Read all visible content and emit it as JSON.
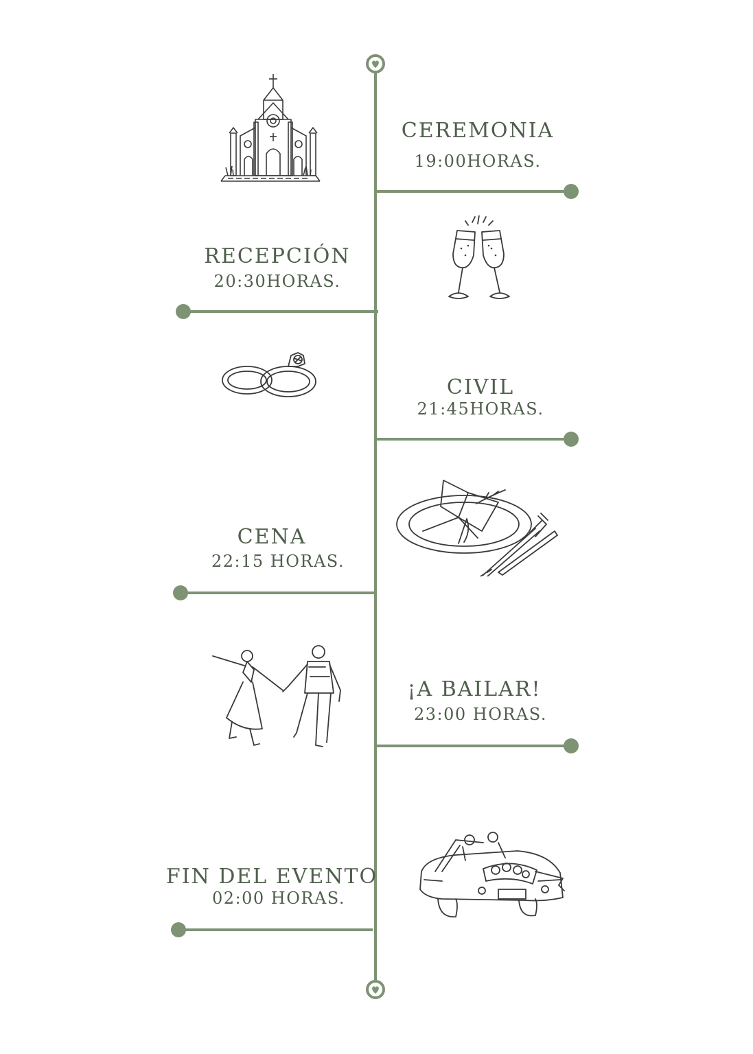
{
  "theme": {
    "accent": "#7e9274",
    "text": "#4f5f4c",
    "ink": "#3a3a3a"
  },
  "events": [
    {
      "title": "CEREMONIA",
      "time": "19:00HORAS.",
      "icon": "church-icon"
    },
    {
      "title": "RECEPCIÓN",
      "time": "20:30HORAS.",
      "icon": "champagne-toast-icon"
    },
    {
      "title": "CIVIL",
      "time": "21:45HORAS.",
      "icon": "wedding-rings-icon"
    },
    {
      "title": "CENA",
      "time": "22:15 HORAS.",
      "icon": "dinner-plate-icon"
    },
    {
      "title": "¡A BAILAR!",
      "time": "23:00 HORAS.",
      "icon": "dancing-couple-icon"
    },
    {
      "title": "FIN DEL EVENTO",
      "time": "02:00 HORAS.",
      "icon": "wedding-car-icon"
    }
  ]
}
